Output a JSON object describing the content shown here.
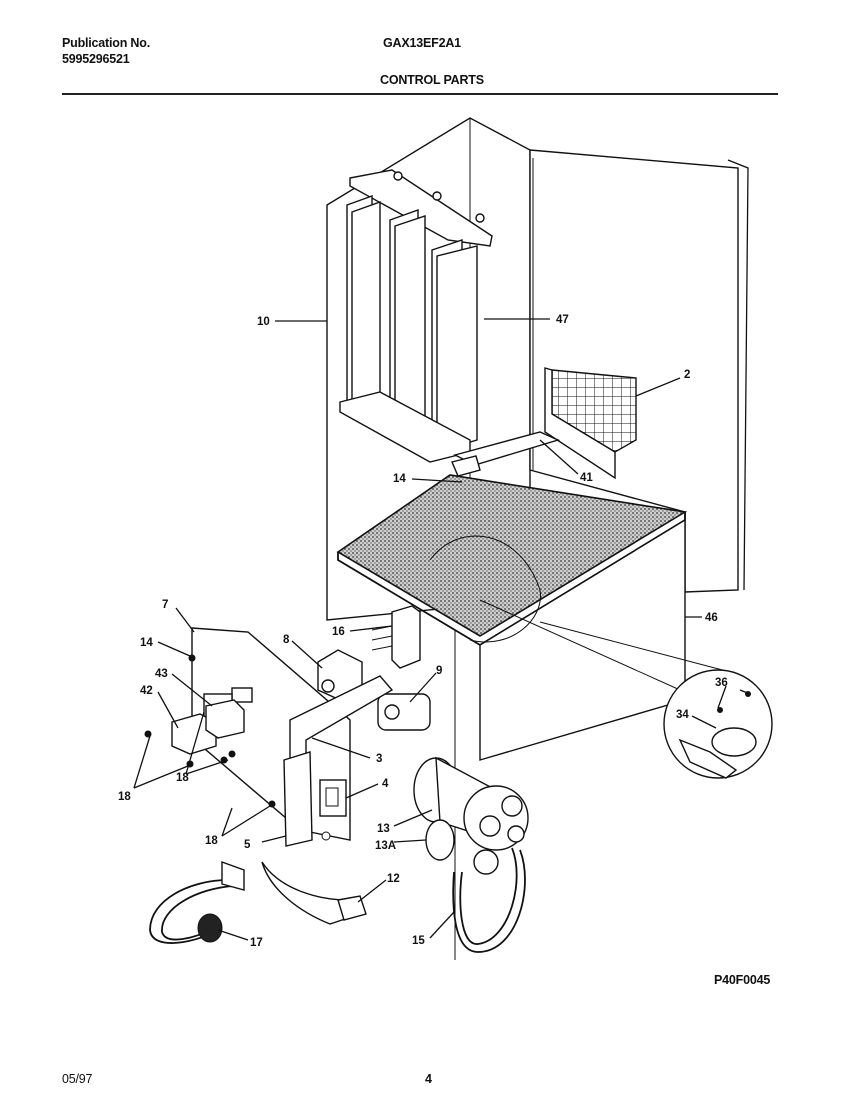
{
  "header": {
    "publication_label": "Publication No.",
    "publication_number": "5995296521",
    "model": "GAX13EF2A1",
    "section_title": "CONTROL PARTS"
  },
  "figure_code": "P40F0045",
  "footer": {
    "date": "05/97",
    "page_number": "4"
  },
  "callouts": {
    "c10": "10",
    "c47": "47",
    "c2": "2",
    "c41": "41",
    "c14a": "14",
    "c7": "7",
    "c14b": "14",
    "c16": "16",
    "c46": "46",
    "c8": "8",
    "c43": "43",
    "c9": "9",
    "c42": "42",
    "c36": "36",
    "c34": "34",
    "c3": "3",
    "c4": "4",
    "c18a": "18",
    "c18b": "18",
    "c18c": "18",
    "c5": "5",
    "c13": "13",
    "c13a": "13A",
    "c12": "12",
    "c17": "17",
    "c15": "15"
  }
}
